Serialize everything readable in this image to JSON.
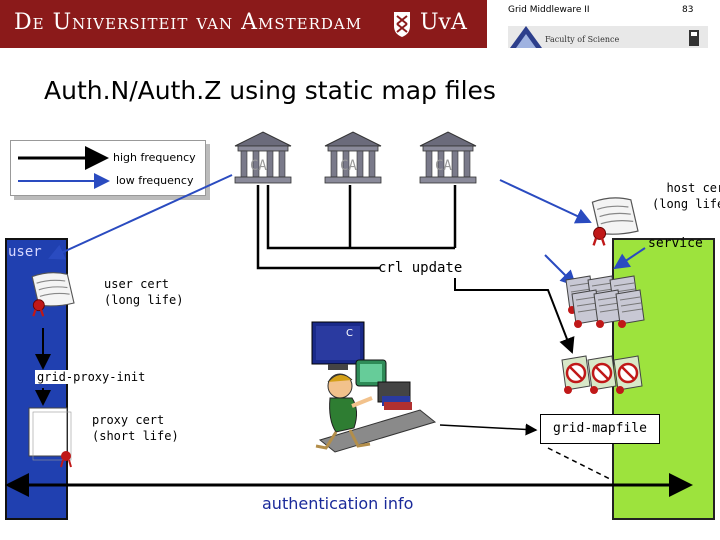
{
  "header": {
    "university": "De Universiteit van Amsterdam",
    "university_abbrev": "UvA",
    "course": "Grid Middleware II",
    "page_number": "83",
    "faculty": "Faculty of Science"
  },
  "title": "Auth.N/Auth.Z using static map files",
  "legend": {
    "high": "high frequency",
    "low": "low frequency"
  },
  "nodes": {
    "ca_label": "CA",
    "user": "user",
    "service": "service",
    "user_cert_l1": "user cert",
    "user_cert_l2": "(long life)",
    "host_cert_l1": "host cert",
    "host_cert_l2": "(long life)",
    "crl_update": "crl update",
    "grid_proxy_init": "grid-proxy-init",
    "proxy_cert_l1": "proxy cert",
    "proxy_cert_l2": "(short life)",
    "grid_mapfile": "grid-mapfile",
    "auth_info": "authentication info"
  },
  "colors": {
    "banner": "#8b1a1a",
    "user_panel": "#2040b0",
    "service_panel": "#9de33d",
    "low_freq_arrow": "#2a4bc0",
    "high_freq_arrow": "#000000"
  }
}
